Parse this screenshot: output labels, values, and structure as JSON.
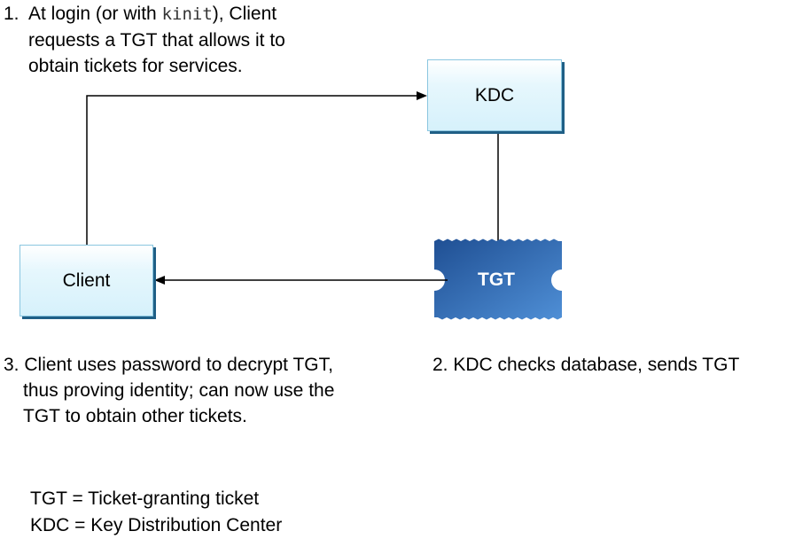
{
  "nodes": {
    "kdc": "KDC",
    "client": "Client",
    "ticket": "TGT"
  },
  "notes": {
    "step1": {
      "number": "1.",
      "text_before": "At login (or with ",
      "command": "kinit",
      "text_after": "), Client",
      "line2": "requests a TGT that allows it to",
      "line3": "obtain tickets for services."
    },
    "step2": {
      "number": "2.",
      "text": "KDC checks database, sends TGT"
    },
    "step3": {
      "number": "3.",
      "line1": "Client uses password to decrypt TGT,",
      "line2": "thus proving identity; can now use the",
      "line3": "TGT to obtain other tickets."
    }
  },
  "legend": {
    "tgt": "TGT = Ticket-granting ticket",
    "kdc": "KDC = Key Distribution Center"
  },
  "colors": {
    "box_border": "#8ac6e0",
    "box_shadow": "#1f5f86",
    "ticket_dark": "#1f4f93",
    "ticket_light": "#4f8fd6",
    "line": "#000000"
  }
}
